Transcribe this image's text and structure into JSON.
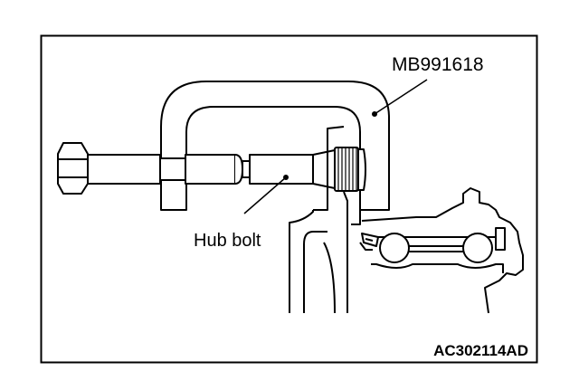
{
  "labels": {
    "tool": "MB991618",
    "part": "Hub bolt",
    "figure_code": "AC302114AD"
  },
  "colors": {
    "line": "#000000",
    "background": "#ffffff"
  }
}
